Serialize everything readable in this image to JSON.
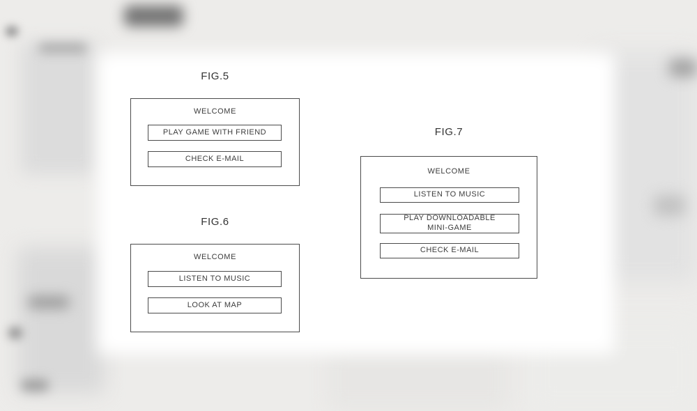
{
  "document": {
    "type": "patent-figure-sheet"
  },
  "figures": [
    {
      "label": "FIG.5",
      "welcome": "WELCOME",
      "buttons": [
        "PLAY GAME WITH FRIEND",
        "CHECK E-MAIL"
      ]
    },
    {
      "label": "FIG.6",
      "welcome": "WELCOME",
      "buttons": [
        "LISTEN TO MUSIC",
        "LOOK AT MAP"
      ]
    },
    {
      "label": "FIG.7",
      "welcome": "WELCOME",
      "buttons": [
        "LISTEN TO MUSIC",
        "PLAY DOWNLOADABLE\nMINI-GAME",
        "CHECK E-MAIL"
      ]
    }
  ],
  "colors": {
    "line": "#4a4a4a",
    "text": "#3c3c3c",
    "panel": "#ffffff",
    "page_background": "#edecea"
  }
}
